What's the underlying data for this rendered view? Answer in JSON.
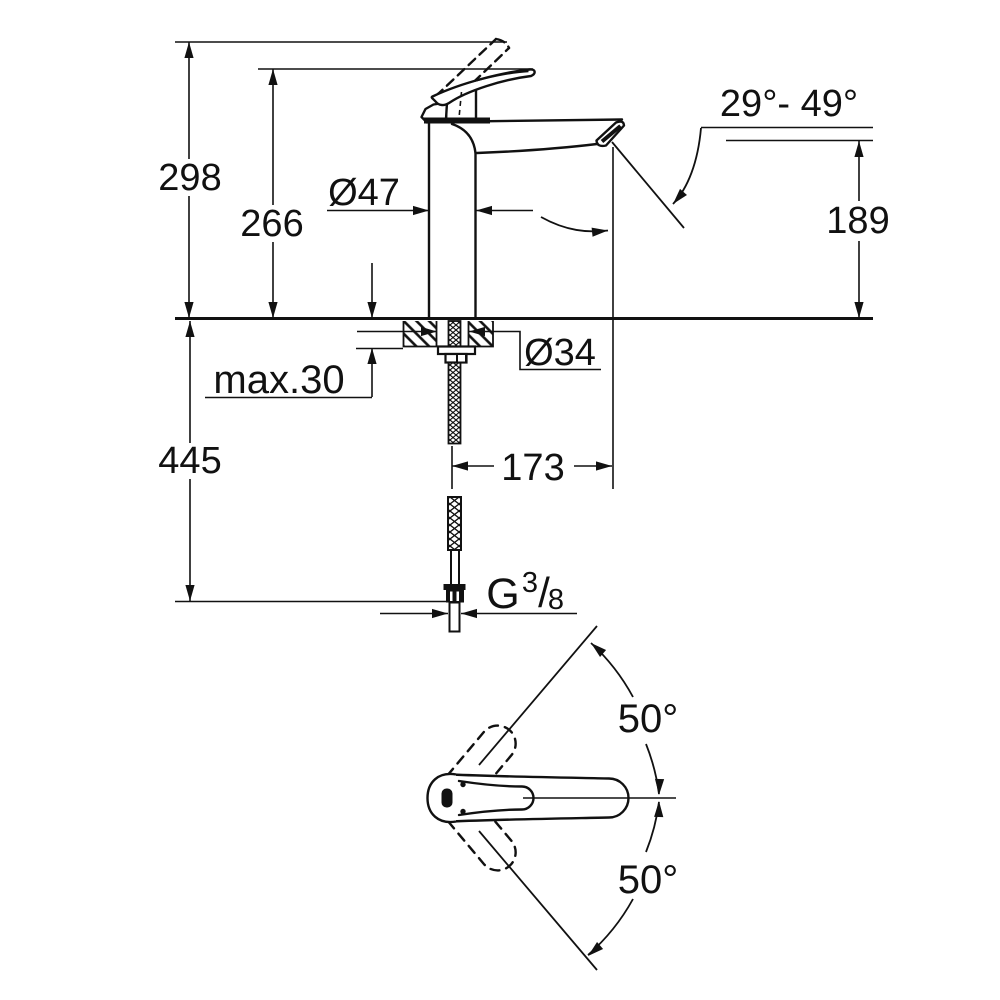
{
  "page": {
    "background": "#ffffff",
    "line_color": "#111111"
  },
  "side_view": {
    "labels": {
      "overall_height": "298",
      "handle_height": "266",
      "body_diameter": "Ø47",
      "stream_angle_range": "29°- 49°",
      "spout_height": "189",
      "max_deck_thickness": "max.30",
      "hole_diameter": "Ø34",
      "hose_length": "445",
      "spout_reach": "173",
      "thread": {
        "prefix": "G",
        "numerator": "3",
        "slash": "/",
        "denominator": "8"
      }
    }
  },
  "top_view": {
    "labels": {
      "swivel_angle_upper": "50°",
      "swivel_angle_lower": "50°"
    }
  }
}
